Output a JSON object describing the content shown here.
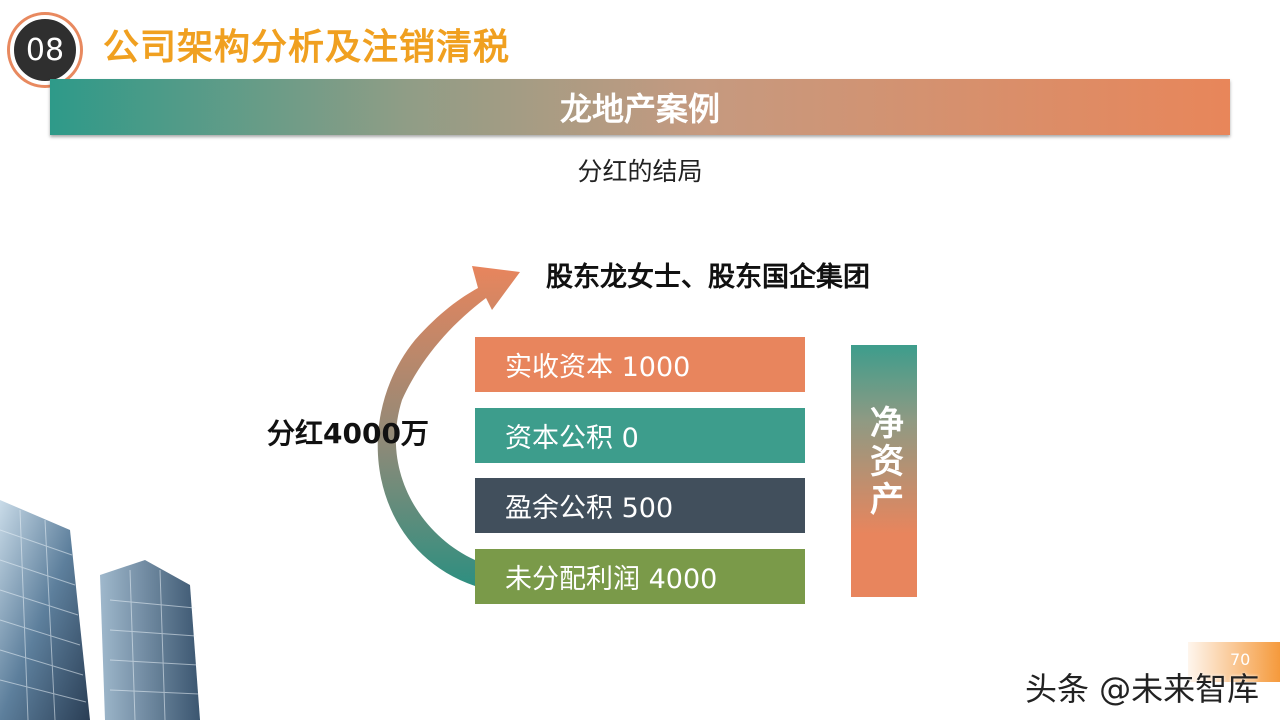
{
  "header": {
    "section_number": "08",
    "section_title": "公司架构分析及注销清税"
  },
  "banner": {
    "title": "龙地产案例"
  },
  "subtitle": "分红的结局",
  "flow": {
    "recipients": "股东龙女士、股东国企集团",
    "dividend_label": "分红4000万"
  },
  "equity_items": [
    {
      "label": "实收资本 1000",
      "color": "#e8855d"
    },
    {
      "label": "资本公积 0",
      "color": "#3d9d8c"
    },
    {
      "label": "盈余公积 500",
      "color": "#414f5c"
    },
    {
      "label": "未分配利润 4000",
      "color": "#7a9a49"
    }
  ],
  "net_assets_label": "净资产",
  "footer": {
    "page_number": "70",
    "watermark": "头条 @未来智库"
  },
  "colors": {
    "accent_orange": "#f0a020",
    "teal": "#3d9d8c",
    "coral": "#e8855d"
  }
}
